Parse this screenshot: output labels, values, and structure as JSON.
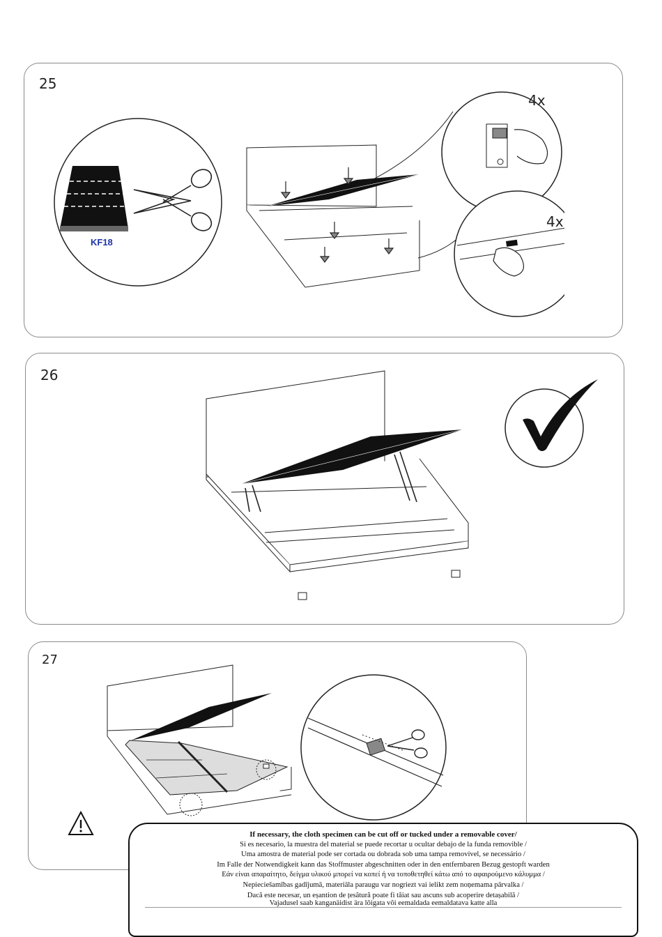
{
  "steps": {
    "step25": {
      "number": "25",
      "qty_top": "4x",
      "qty_bottom": "4x",
      "fabric_code": "KF18"
    },
    "step26": {
      "number": "26"
    },
    "step27": {
      "number": "27"
    }
  },
  "notice": {
    "lines": [
      "If necessary, the cloth specimen can be cut off or tucked under a removable cover/",
      "Si es necesario, la muestra del material se puede recortar u ocultar debajo de la funda removible /",
      "Uma amostra de material pode ser cortada ou dobrada sob uma tampa removível, se necessário /",
      "Im Falle der Notwendigkeit kann das Stoffmuster abgeschnitten oder in den entfernbaren Bezug gestopft warden",
      "Εάν είναι απαραίτητο, δείγμα υλικού μπορεί να κοπεί ή να τοποθετηθεί κάτω από το αφαιρούμενο κάλυμμα /",
      "Nepieciešamības gadījumā, materiāla paraugu var nogriezt vai ielikt zem noņemama pārvalka /",
      "Dacă este necesar, un eșantion de țesătură poate fi tăiat sau ascuns sub acoperire detașabilă /"
    ],
    "last_line": "Vajadusel saab kanganäidist ära lõigata või eemaldada eemaldatava katte alla"
  },
  "icons": {
    "scissors": "scissors-icon",
    "check": "checkmark-icon",
    "warning": "warning-icon",
    "hand": "hand-icon"
  }
}
